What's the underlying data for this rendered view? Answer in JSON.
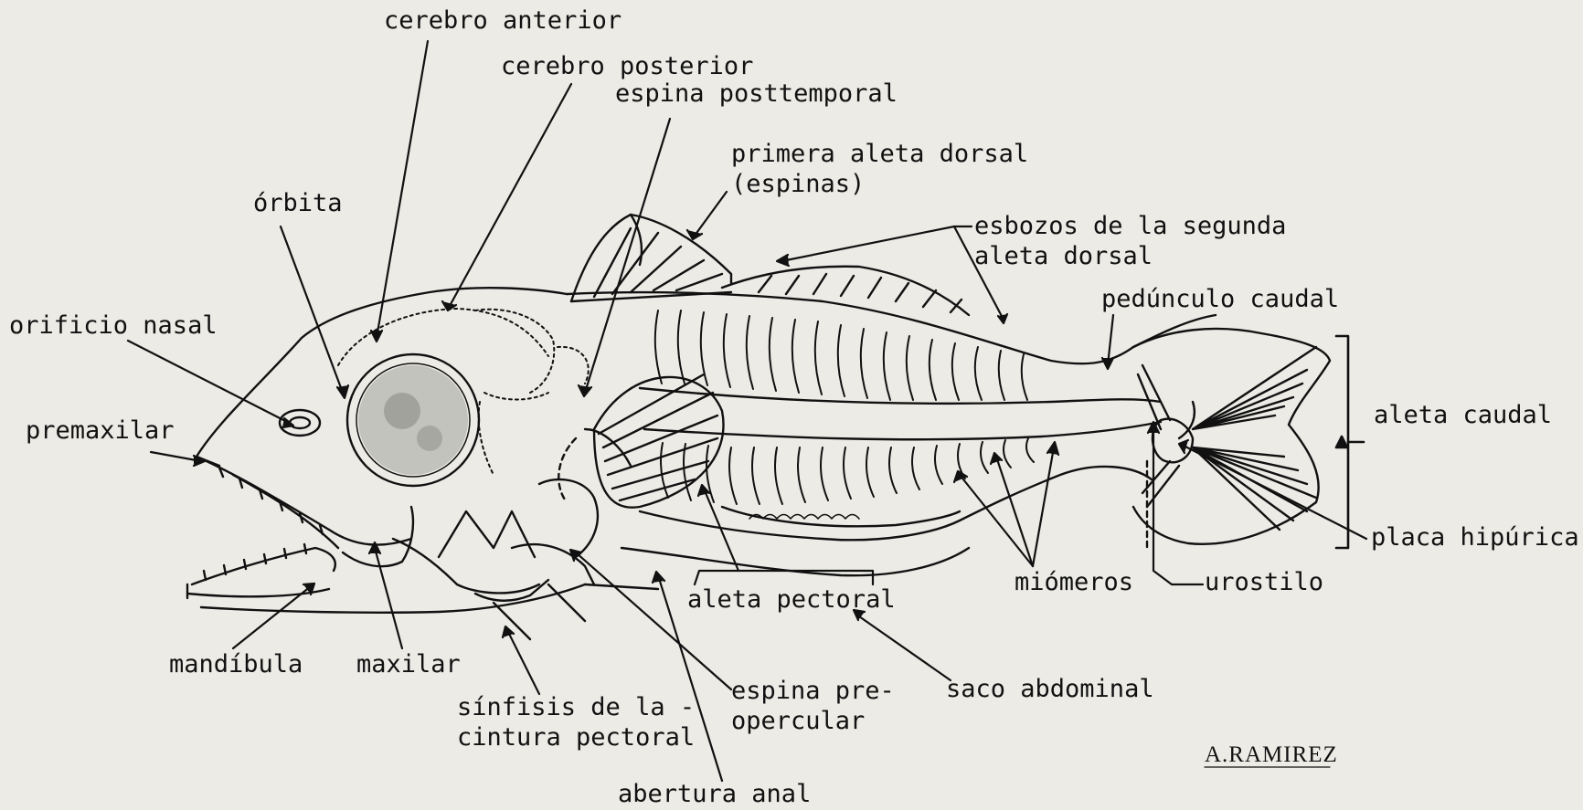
{
  "labels": {
    "cerebro_anterior": "cerebro anterior",
    "cerebro_posterior": "cerebro posterior",
    "espina_posttemporal": "espina posttemporal",
    "primera_aleta_dorsal_1": "primera aleta dorsal",
    "primera_aleta_dorsal_2": "(espinas)",
    "esbozos_1": "esbozos de la segunda",
    "esbozos_2": "aleta dorsal",
    "orbita": "órbita",
    "orificio_nasal": "orificio nasal",
    "premaxilar": "premaxilar",
    "pedunculo_caudal": "pedúnculo caudal",
    "aleta_caudal": "aleta caudal",
    "placa_hipurica": "placa hipúrica",
    "urostilo": "urostilo",
    "miomeros": "miómeros",
    "aleta_pectoral": "aleta pectoral",
    "saco_abdominal": "saco abdominal",
    "mandibula": "mandíbula",
    "maxilar": "maxilar",
    "sinfisis_1": "sínfisis de la -",
    "sinfisis_2": "cintura pectoral",
    "espina_preopercular_1": "espina pre-",
    "espina_preopercular_2": "opercular",
    "abertura_anal": "abertura anal"
  },
  "signature": "A.RAMIREZ",
  "colors": {
    "ink": "#111111",
    "paper": "#ecebe6"
  }
}
